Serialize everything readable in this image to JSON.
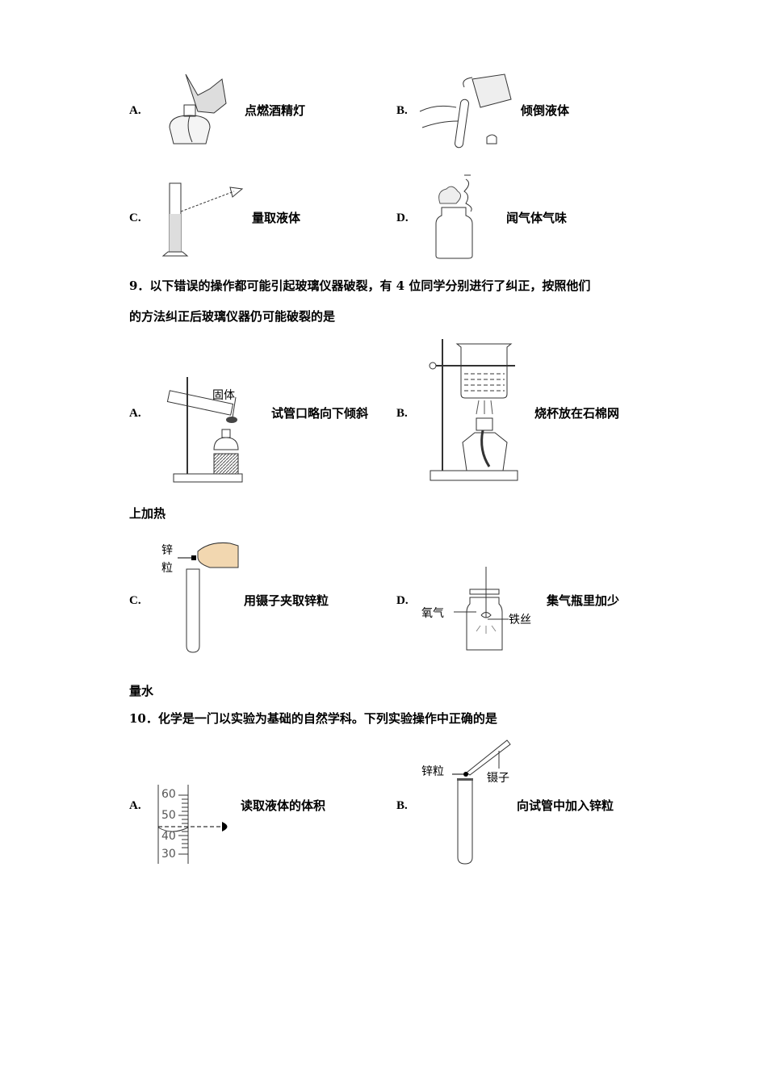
{
  "q8_options": [
    {
      "letter": "A.",
      "text": "点燃酒精灯"
    },
    {
      "letter": "B.",
      "text": "倾倒液体"
    },
    {
      "letter": "C.",
      "text": "量取液体"
    },
    {
      "letter": "D.",
      "text": "闻气体气味"
    }
  ],
  "q9": {
    "line1": "9．以下错误的操作都可能引起玻璃仪器破裂，有 4 位同学分别进行了纠正，按照他们",
    "line2": "的方法纠正后玻璃仪器仍可能破裂的是",
    "options": [
      {
        "letter": "A.",
        "text": "试管口略向下倾斜",
        "label": "固体"
      },
      {
        "letter": "B.",
        "text": "烧杯放在石棉网",
        "continuation": "上加热"
      },
      {
        "letter": "C.",
        "text": "用镊子夹取锌粒",
        "label_1": "锌",
        "label_2": "粒"
      },
      {
        "letter": "D.",
        "text": "集气瓶里加少",
        "continuation": "量水",
        "label_left": "氧气",
        "label_right": "铁丝"
      }
    ]
  },
  "q10": {
    "stem": "10．化学是一门以实验为基础的自然学科。下列实验操作中正确的是",
    "options": [
      {
        "letter": "A.",
        "text": "读取液体的体积",
        "scale": [
          "60",
          "50",
          "40",
          "30"
        ]
      },
      {
        "letter": "B.",
        "text": "向试管中加入锌粒",
        "label_left": "锌粒",
        "label_right": "镊子"
      }
    ]
  }
}
